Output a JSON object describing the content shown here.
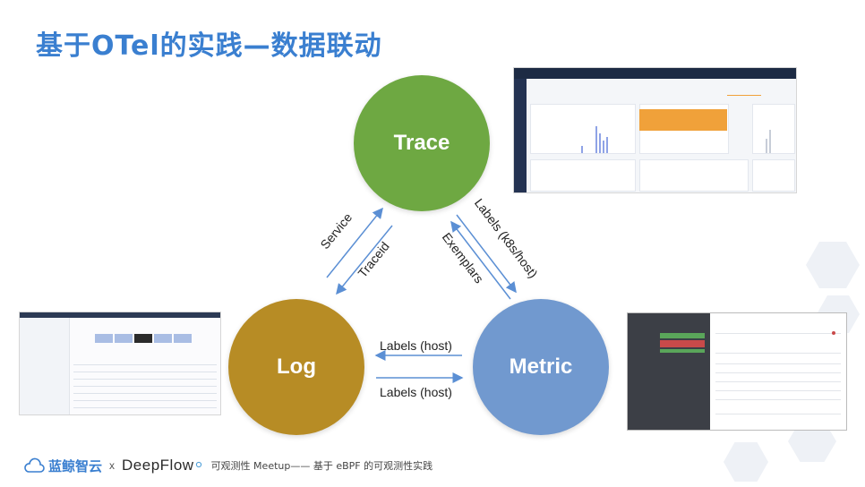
{
  "title": "基于OTel的实践—数据联动",
  "nodes": {
    "trace": "Trace",
    "log": "Log",
    "metric": "Metric"
  },
  "edges": {
    "log_to_trace": "Service",
    "trace_to_log": "Traceid",
    "trace_to_metric": "Labels (k8s/host)",
    "metric_to_trace": "Exemplars",
    "metric_to_log": "Labels (host)",
    "log_to_metric": "Labels (host)"
  },
  "footer": {
    "brand1": "蓝鲸智云",
    "x": "x",
    "brand2": "DeepFlow",
    "brand2_mark": "®",
    "subtitle": "可观测性 Meetup—— 基于 eBPF 的可观测性实践"
  },
  "colors": {
    "title": "#3a7fd0",
    "trace": "#6ea842",
    "log": "#b78c25",
    "metric": "#7199cf",
    "arrow": "#5b8fd4"
  },
  "icons": [
    "cloud-logo-icon",
    "flow-logo-icon"
  ]
}
